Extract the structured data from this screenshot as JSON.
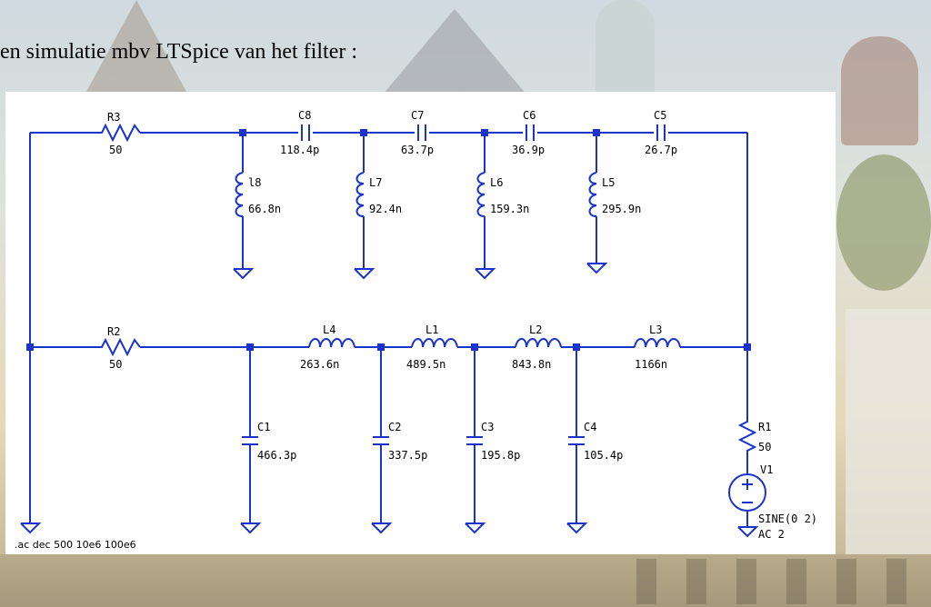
{
  "caption": "en simulatie mbv LTSpice van het filter :",
  "directive": ".ac dec 500 10e6 100e6",
  "components": {
    "R3": {
      "name": "R3",
      "value": "50"
    },
    "R2": {
      "name": "R2",
      "value": "50"
    },
    "R1": {
      "name": "R1",
      "value": "50"
    },
    "C8": {
      "name": "C8",
      "value": "118.4p"
    },
    "C7": {
      "name": "C7",
      "value": "63.7p"
    },
    "C6": {
      "name": "C6",
      "value": "36.9p"
    },
    "C5": {
      "name": "C5",
      "value": "26.7p"
    },
    "L8": {
      "name": "l8",
      "value": "66.8n"
    },
    "L7": {
      "name": "L7",
      "value": "92.4n"
    },
    "L6": {
      "name": "L6",
      "value": "159.3n"
    },
    "L5": {
      "name": "L5",
      "value": "295.9n"
    },
    "L4": {
      "name": "L4",
      "value": "263.6n"
    },
    "L1": {
      "name": "L1",
      "value": "489.5n"
    },
    "L2": {
      "name": "L2",
      "value": "843.8n"
    },
    "L3": {
      "name": "L3",
      "value": "1166n"
    },
    "C1": {
      "name": "C1",
      "value": "466.3p"
    },
    "C2": {
      "name": "C2",
      "value": "337.5p"
    },
    "C3": {
      "name": "C3",
      "value": "195.8p"
    },
    "C4": {
      "name": "C4",
      "value": "105.4p"
    },
    "V1": {
      "name": "V1",
      "value": "SINE(0 2)",
      "ac": "AC 2"
    }
  },
  "colors": {
    "wire": "#1a33cc",
    "panel": "#ffffff"
  }
}
